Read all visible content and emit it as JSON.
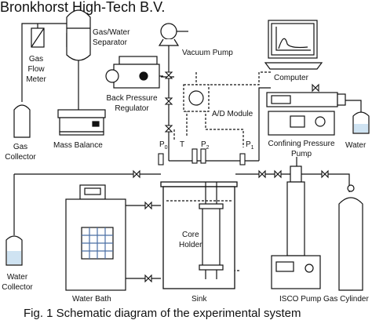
{
  "header": {
    "company": "Bronkhorst High-Tech B.V."
  },
  "labels": {
    "gas_water_separator": [
      "Gas/Water",
      "Separator"
    ],
    "vacuum_pump": "Vacuum Pump",
    "computer": "Computer",
    "gas_flow_meter": [
      "Gas",
      "Flow",
      "Meter"
    ],
    "back_pressure_regulator": [
      "Back Pressure",
      "Regulator"
    ],
    "ad_module": "A/D Module",
    "gas_collector": [
      "Gas",
      "Collector"
    ],
    "mass_balance": "Mass Balance",
    "confining_pressure_pump": [
      "Confining Pressure",
      "Pump"
    ],
    "water": "Water",
    "p0": "P",
    "p0_sub": "0",
    "t": "T",
    "p2": "P",
    "p2_sub": "2",
    "p1": "P",
    "p1_sub": "1",
    "core_holder": [
      "Core",
      "Holder"
    ],
    "water_collector": [
      "Water",
      "Collector"
    ],
    "water_bath": "Water Bath",
    "sink": "Sink",
    "isco_pump": "ISCO Pump",
    "gas_cylinder": "Gas Cylinder"
  },
  "caption": "Fig. 1 Schematic diagram of the experimental system",
  "colors": {
    "line": "#111111",
    "water": "#cfe3f2"
  }
}
